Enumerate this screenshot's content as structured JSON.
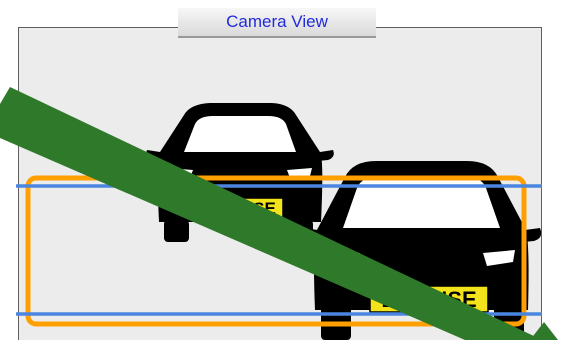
{
  "window": {
    "title": "Camera View"
  },
  "vehicles": [
    {
      "plate_text": "LICENSE"
    },
    {
      "plate_text": "LICENSE"
    }
  ],
  "colors": {
    "background": "#ececec",
    "detection_box": "#ff9f00",
    "guide_lines": "#4a86e0",
    "diagonal_band": "#2f7a2a",
    "plate": "#f3e31a",
    "vehicle": "#000000"
  },
  "icons": {
    "arrow": "arrow-up-icon"
  }
}
